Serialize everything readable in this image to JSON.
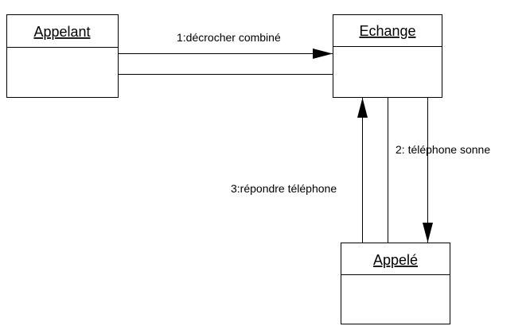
{
  "objects": {
    "appelant": {
      "name": "Appelant"
    },
    "echange": {
      "name": "Echange"
    },
    "appele": {
      "name": "Appelé"
    }
  },
  "messages": {
    "m1": {
      "label": "1:décrocher combiné",
      "from": "Appelant",
      "to": "Echange"
    },
    "m2": {
      "label": "2: téléphone sonne",
      "from": "Echange",
      "to": "Appelé"
    },
    "m3": {
      "label": "3:répondre téléphone",
      "from": "Appelé",
      "to": "Echange"
    }
  },
  "colors": {
    "stroke": "#000000",
    "background": "#ffffff"
  }
}
